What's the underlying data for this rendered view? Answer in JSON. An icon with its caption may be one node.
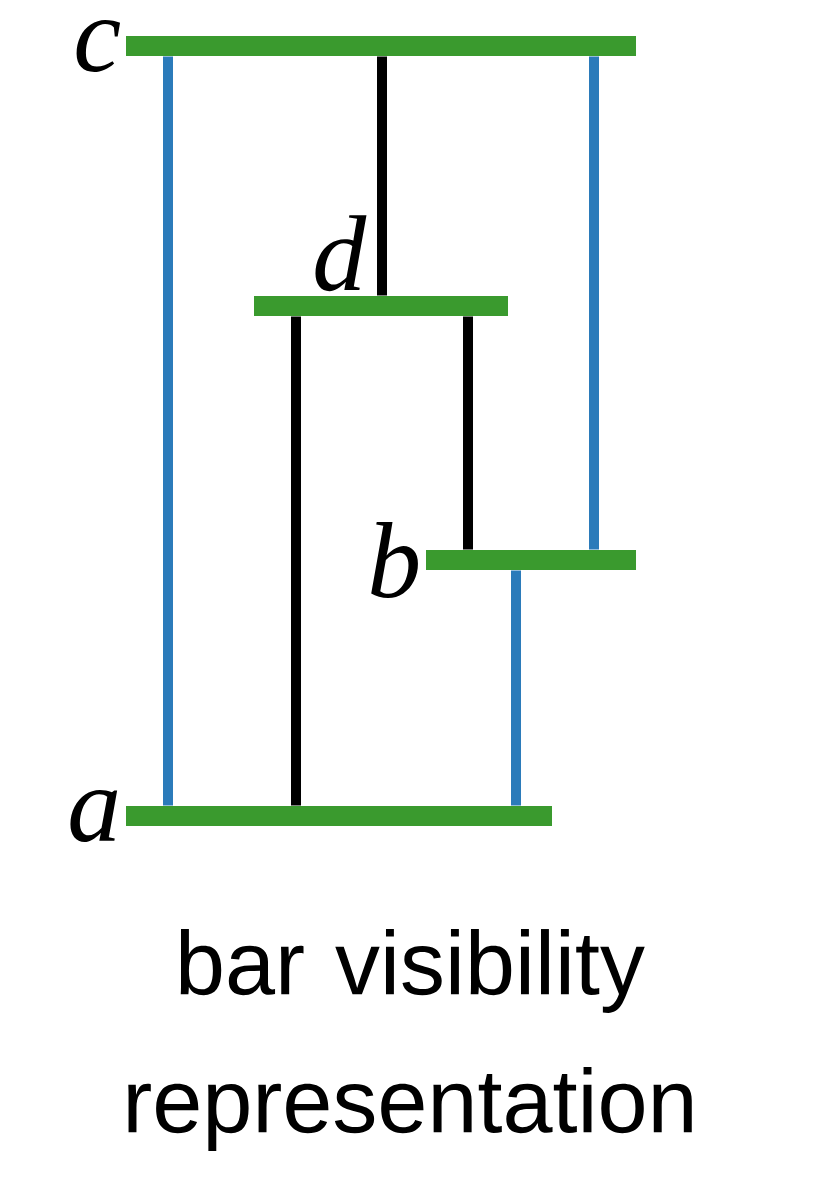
{
  "diagram": {
    "caption": "bar visibility representation",
    "nodes": [
      {
        "text": [
          "c"
        ]
      },
      {
        "text": [
          "d"
        ]
      },
      {
        "text": [
          "b"
        ]
      },
      {
        "text": [
          "a"
        ]
      }
    ],
    "edges": [
      {
        "from": 0,
        "to": 3,
        "arrow": "none",
        "color": "#2b7bba"
      },
      {
        "from": 0,
        "to": 1,
        "arrow": "none",
        "color": "#000000"
      },
      {
        "from": 0,
        "to": 2,
        "arrow": "none",
        "color": "#2b7bba"
      },
      {
        "from": 1,
        "to": 3,
        "arrow": "none",
        "color": "#000000"
      },
      {
        "from": 1,
        "to": 2,
        "arrow": "none",
        "color": "#000000"
      },
      {
        "from": 2,
        "to": 3,
        "arrow": "none",
        "color": "#2b7bba"
      }
    ]
  }
}
